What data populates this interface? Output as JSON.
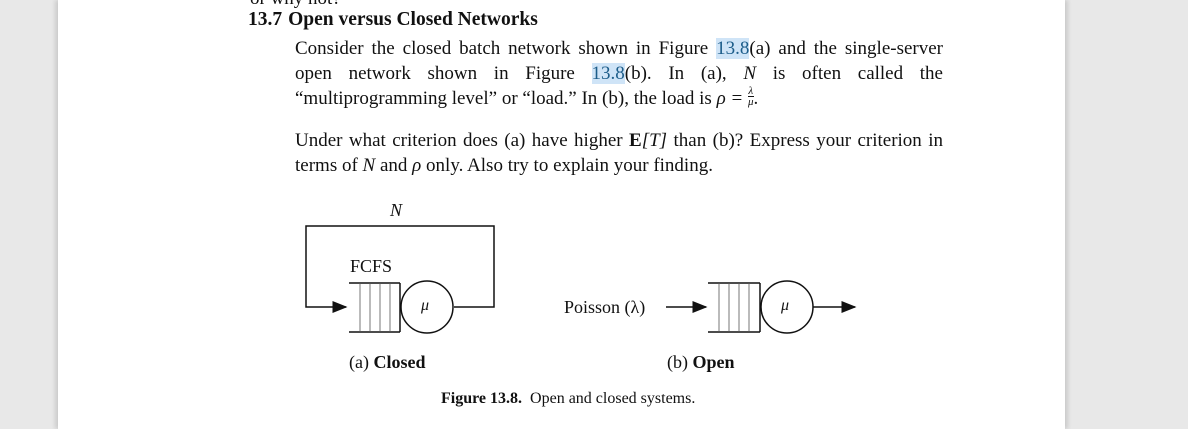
{
  "prev_fragment": "or why not?",
  "section": {
    "number": "13.7",
    "title": "Open versus Closed Networks",
    "para1": {
      "t1": "Consider the closed batch network shown in Figure ",
      "ref1": "13.8",
      "t2": "(a) and the single-server open network shown in Figure ",
      "ref2": "13.8",
      "t3": "(b). In (a), ",
      "N": "N",
      "t4": " is often called the “multiprogramming level” or “load.” In (b), the load is ",
      "rho_eq": "ρ = ",
      "frac_num": "λ",
      "frac_den": "μ",
      "t5": "."
    },
    "para2": {
      "t1": "Under what criterion does (a) have higher ",
      "E": "E",
      "T": "[T]",
      "t2": " than (b)? Express your criterion in terms of ",
      "N": "N",
      "t3": " and ",
      "rho": "ρ",
      "t4": " only. Also try to explain your finding."
    }
  },
  "figure": {
    "closed": {
      "N_label": "N",
      "discipline": "FCFS",
      "server_rate": "μ",
      "caption_prefix": "(a)",
      "caption_bold": "Closed"
    },
    "open": {
      "arrival_label": "Poisson (λ)",
      "server_rate": "μ",
      "caption_prefix": "(b)",
      "caption_bold": "Open"
    },
    "caption_label": "Figure 13.8.",
    "caption_text": "Open and closed systems."
  }
}
